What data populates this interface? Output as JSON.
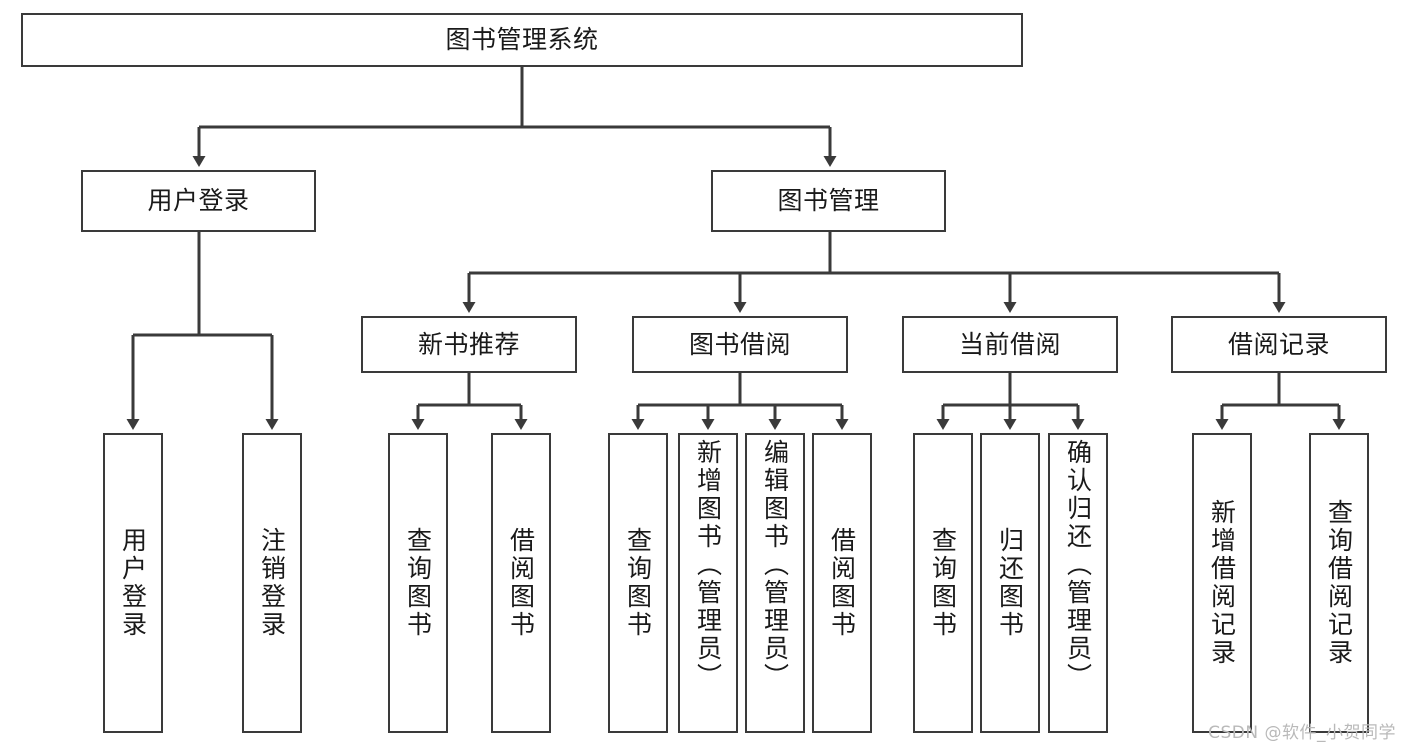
{
  "diagram": {
    "type": "tree-hierarchy",
    "title": "图书管理系统",
    "watermark": "CSDN @软件_小贺同学",
    "colors": {
      "box_border": "#3a3a3a",
      "box_fill": "#ffffff",
      "edge": "#3a3a3a",
      "text": "#1a1a1a",
      "watermark": "#b9b9b9",
      "background": "#ffffff"
    },
    "root": {
      "label": "图书管理系统"
    },
    "branches": [
      {
        "label": "用户登录",
        "children": [
          {
            "label": "用户登录"
          },
          {
            "label": "注销登录"
          }
        ]
      },
      {
        "label": "图书管理",
        "children": [
          {
            "label": "新书推荐",
            "children": [
              {
                "label": "查询图书"
              },
              {
                "label": "借阅图书"
              }
            ]
          },
          {
            "label": "图书借阅",
            "children": [
              {
                "label": "查询图书"
              },
              {
                "label": "新增图书（管理员）"
              },
              {
                "label": "编辑图书（管理员）"
              },
              {
                "label": "借阅图书"
              }
            ]
          },
          {
            "label": "当前借阅",
            "children": [
              {
                "label": "查询图书"
              },
              {
                "label": "归还图书"
              },
              {
                "label": "确认归还（管理员）"
              }
            ]
          },
          {
            "label": "借阅记录",
            "children": [
              {
                "label": "新增借阅记录"
              },
              {
                "label": "查询借阅记录"
              }
            ]
          }
        ]
      }
    ],
    "nodes": {
      "root": {
        "label": "图书管理系统"
      },
      "user_login": {
        "label": "用户登录"
      },
      "book_manage": {
        "label": "图书管理"
      },
      "new_book_rec": {
        "label": "新书推荐"
      },
      "book_borrow": {
        "label": "图书借阅"
      },
      "current_borrow": {
        "label": "当前借阅"
      },
      "borrow_record": {
        "label": "借阅记录"
      },
      "leaf_user_login": {
        "label": "用户登录"
      },
      "leaf_logout": {
        "label": "注销登录"
      },
      "leaf_query_book_a": {
        "label": "查询图书"
      },
      "leaf_borrow_book_a": {
        "label": "借阅图书"
      },
      "leaf_query_book_b": {
        "label": "查询图书"
      },
      "leaf_add_book": {
        "label": "新增图书（管理员）"
      },
      "leaf_edit_book": {
        "label": "编辑图书（管理员）"
      },
      "leaf_borrow_book_b": {
        "label": "借阅图书"
      },
      "leaf_query_book_c": {
        "label": "查询图书"
      },
      "leaf_return_book": {
        "label": "归还图书"
      },
      "leaf_confirm_return": {
        "label": "确认归还（管理员）"
      },
      "leaf_add_record": {
        "label": "新增借阅记录"
      },
      "leaf_query_record": {
        "label": "查询借阅记录"
      }
    }
  }
}
